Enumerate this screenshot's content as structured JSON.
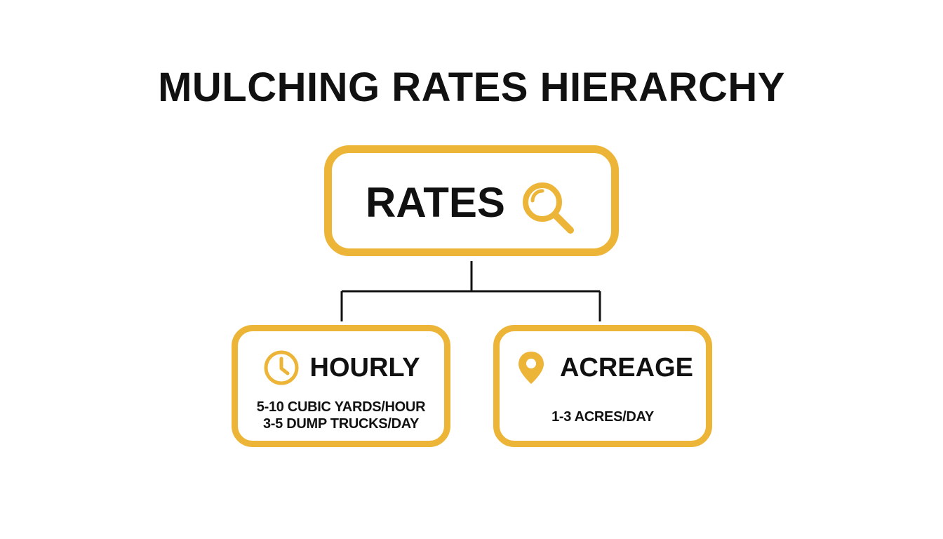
{
  "title": "MULCHING RATES HIERARCHY",
  "root": {
    "label": "RATES",
    "icon": "magnifying-glass-icon"
  },
  "children": [
    {
      "label": "HOURLY",
      "icon": "clock-icon",
      "lines": [
        "5-10 CUBIC YARDS/HOUR",
        "3-5 DUMP TRUCKS/DAY"
      ]
    },
    {
      "label": "ACREAGE",
      "icon": "location-pin-icon",
      "lines": [
        "1-3 ACRES/DAY"
      ]
    }
  ],
  "colors": {
    "accent": "#EDB537",
    "text": "#111111",
    "connector": "#111111",
    "background": "#ffffff"
  }
}
